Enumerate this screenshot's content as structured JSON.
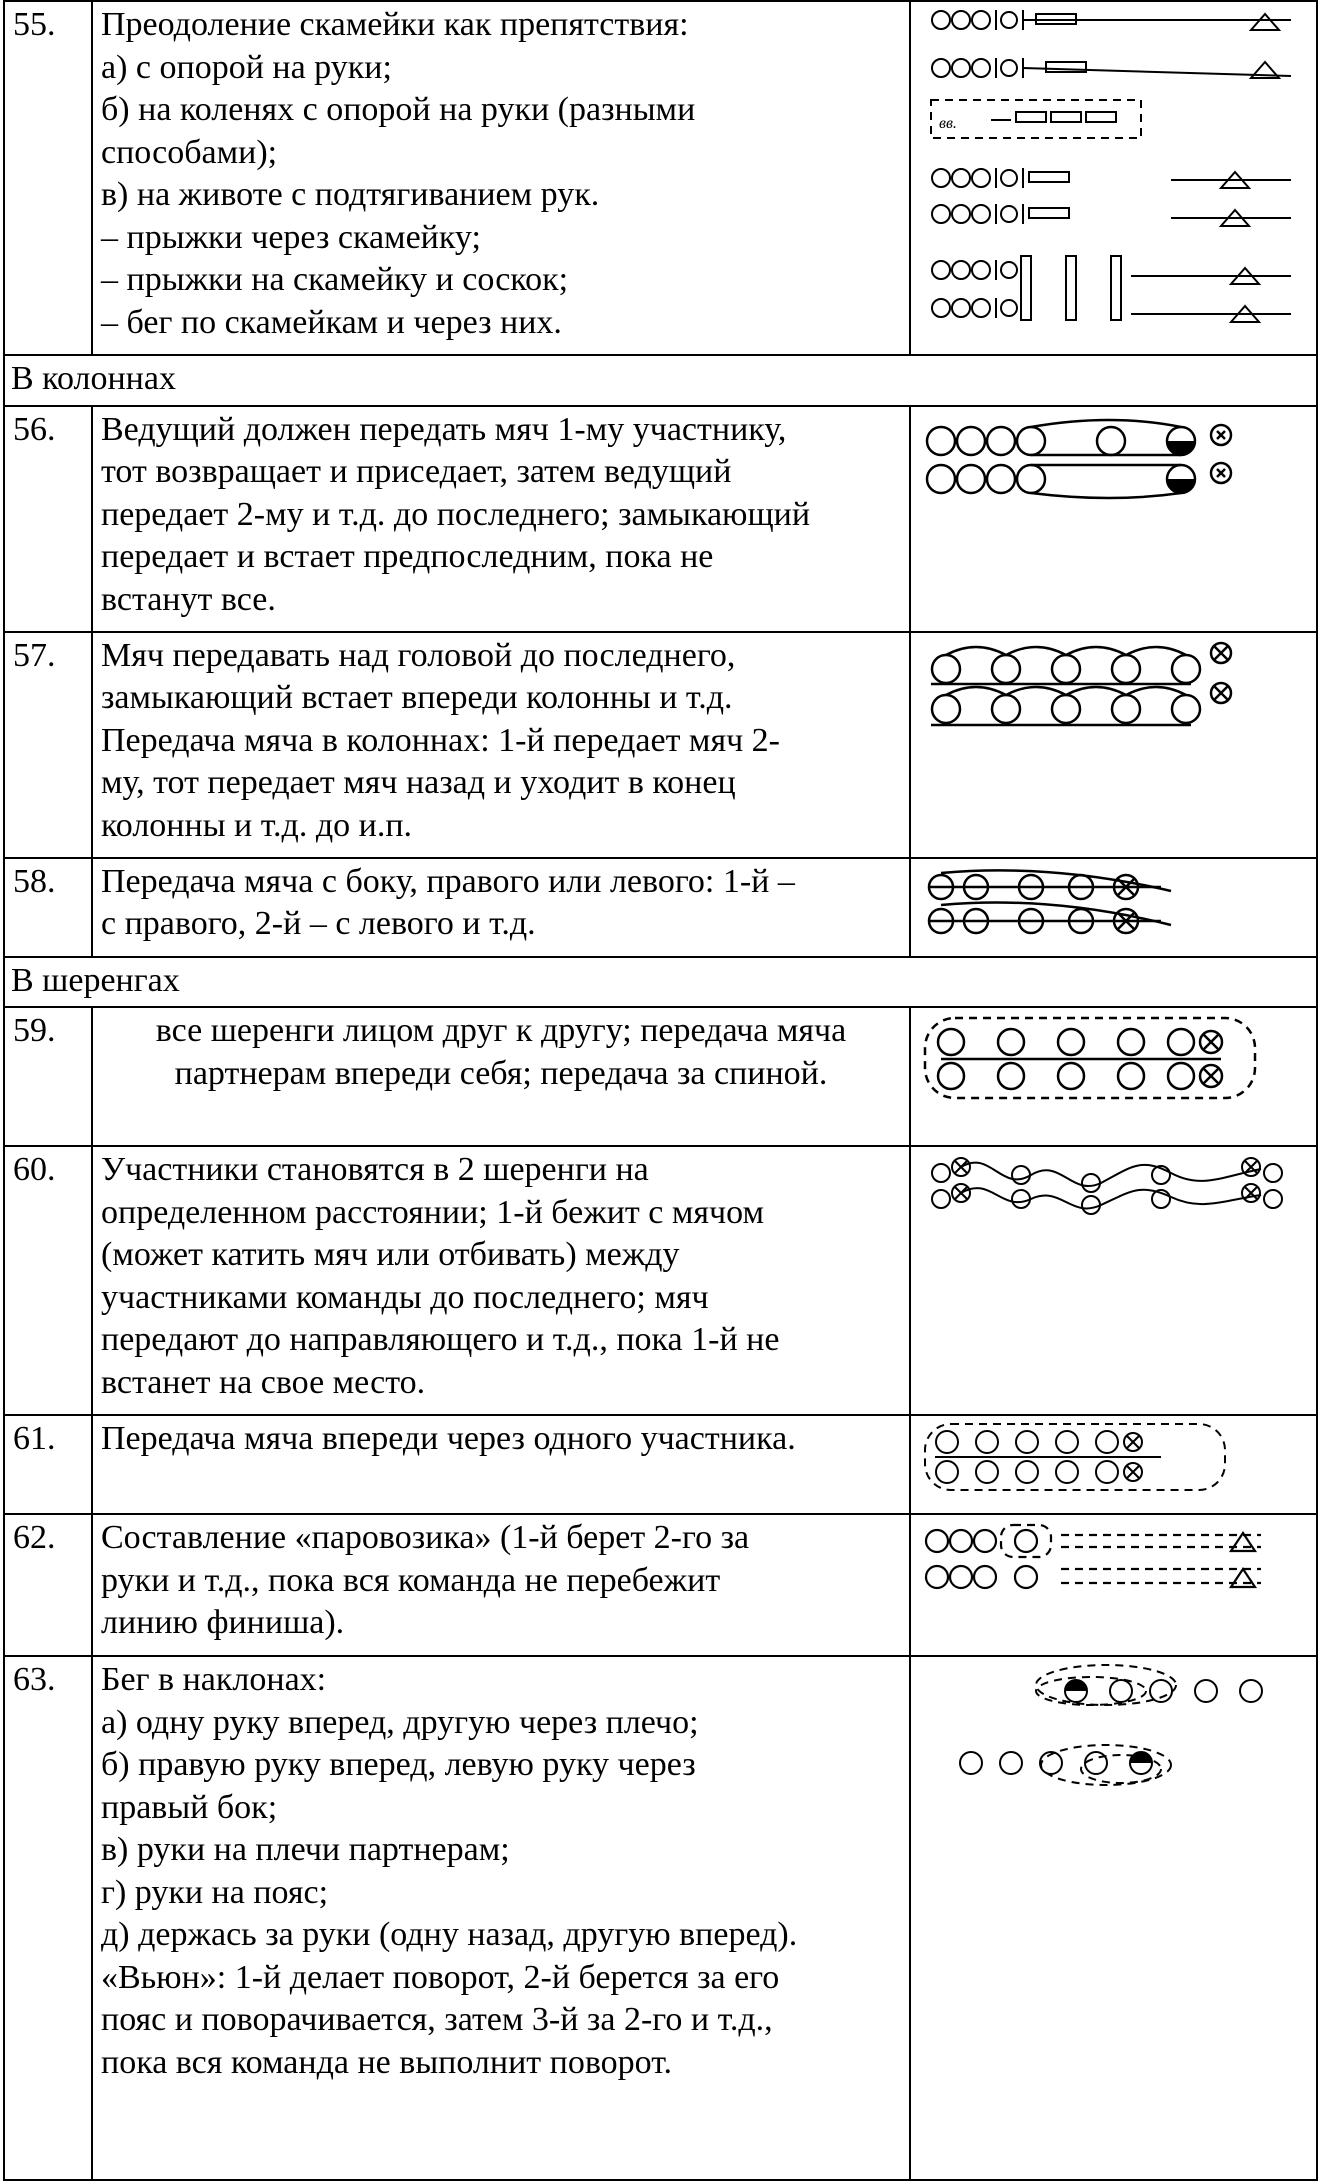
{
  "rows": {
    "r55": {
      "num": "55.",
      "lines": [
        "Преодоление скамейки как препятствия:",
        "а) с опорой на руки;",
        "б) на коленях с опорой на руки (разными",
        "способами);",
        "в) на животе с подтягиванием рук.",
        "– прыжки через скамейку;",
        "– прыжки на скамейку и соскок;",
        "– бег по скамейкам и через них."
      ],
      "diagram_label": "вв."
    },
    "section1": "В колоннах",
    "r56": {
      "num": "56.",
      "lines": [
        "Ведущий должен передать мяч 1-му участнику,",
        "тот возвращает и приседает, затем ведущий",
        "передает 2-му и т.д. до последнего; замыкающий",
        "передает и встает предпоследним, пока не",
        "встанут все."
      ]
    },
    "r57": {
      "num": "57.",
      "lines": [
        "Мяч передавать над головой до последнего,",
        "замыкающий встает впереди колонны и т.д.",
        "Передача мяча в колоннах: 1-й передает мяч 2-",
        "му, тот передает мяч назад и уходит в конец",
        "колонны и т.д. до и.п."
      ]
    },
    "r58": {
      "num": "58.",
      "lines": [
        "Передача мяча с боку, правого или левого: 1-й –",
        "с правого, 2-й – с левого и т.д."
      ]
    },
    "section2": "В шеренгах",
    "r59": {
      "num": "59.",
      "lines": [
        "все шеренги лицом друг к другу; передача мяча",
        "партнерам впереди себя; передача за спиной."
      ]
    },
    "r60": {
      "num": "60.",
      "lines": [
        "Участники становятся в 2 шеренги на",
        "определенном расстоянии; 1-й бежит с мячом",
        "(может катить мяч или отбивать) между",
        "участниками команды до последнего; мяч",
        "передают до направляющего и т.д., пока 1-й не",
        "встанет на свое место."
      ]
    },
    "r61": {
      "num": "61.",
      "lines": [
        "Передача мяча впереди через одного участника."
      ]
    },
    "r62": {
      "num": "62.",
      "lines": [
        "Составление «паровозика» (1-й берет 2-го за",
        "руки и т.д., пока вся команда не перебежит",
        "линию финиша)."
      ]
    },
    "r63": {
      "num": "63.",
      "lines": [
        "Бег в наклонах:",
        "а) одну руку вперед, другую через плечо;",
        "б) правую руку вперед, левую руку через",
        "правый бок;",
        "в) руки на плечи партнерам;",
        "г) руки на пояс;",
        "д) держась за руки (одну назад, другую вперед).",
        "«Вьюн»: 1-й делает поворот, 2-й берется за его",
        "пояс и поворачивается, затем 3-й за 2-го и т.д.,",
        "пока вся команда не выполнит поворот."
      ]
    }
  }
}
